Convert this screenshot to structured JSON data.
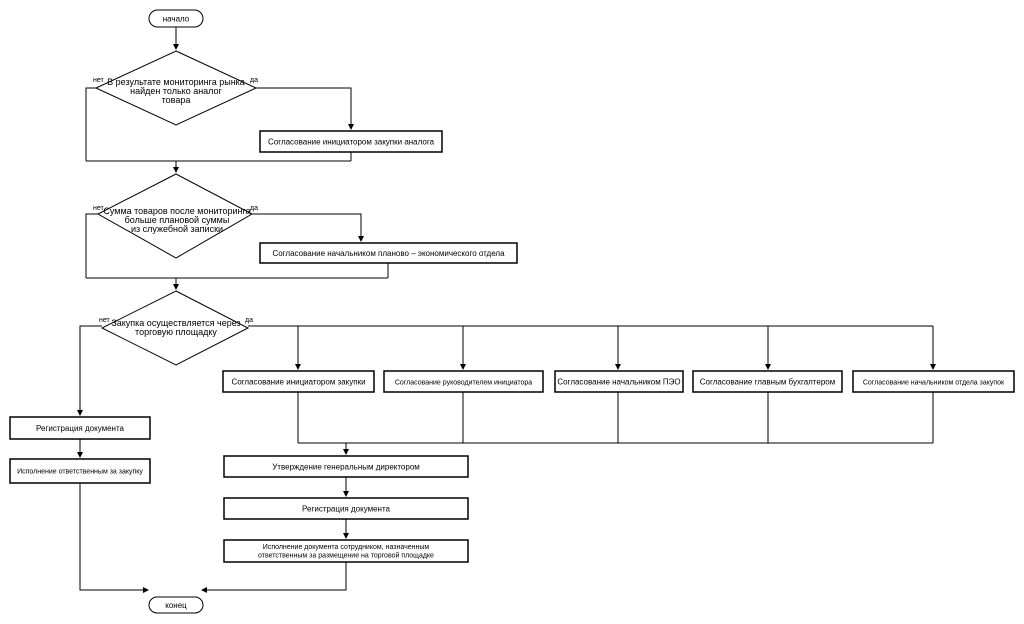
{
  "start": "начало",
  "end": "конец",
  "yes": "да",
  "no": "нет",
  "decision1": {
    "line1": "В результате мониторинга рынка",
    "line2": "найден только аналог",
    "line3": "товара"
  },
  "step_analog_approval": "Согласование инициатором закупки аналога",
  "decision2": {
    "line1": "Сумма товаров после мониторинга",
    "line2": "больше плановой суммы",
    "line3": "из служебной записки"
  },
  "step_peo_approval": "Согласование начальником планово – экономического отдела",
  "decision3": {
    "line1": "Закупка осуществляется через",
    "line2": "торговую площадку"
  },
  "parallel_approvals": [
    "Согласование инициатором закупки",
    "Согласование руководителем инициатора",
    "Согласование начальником ПЭО",
    "Согласование главным бухгалтером",
    "Согласование начальником отдела закупок"
  ],
  "step_director": "Утверждение генеральным директором",
  "step_registration_right": "Регистрация документа",
  "step_execution_right": {
    "line1": "Исполнение документа сотрудником, назначенным",
    "line2": "ответственным за размещение на торговой площадке"
  },
  "step_registration_left": "Регистрация документа",
  "step_execution_left": "Исполнение ответственным за закупку"
}
